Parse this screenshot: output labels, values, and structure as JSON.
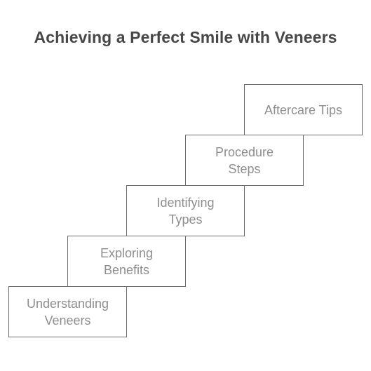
{
  "title": "Achieving a Perfect Smile with Veneers",
  "steps": [
    {
      "label": "Understanding\nVeneers"
    },
    {
      "label": "Exploring\nBenefits"
    },
    {
      "label": "Identifying\nTypes"
    },
    {
      "label": "Procedure\nSteps"
    },
    {
      "label": "Aftercare Tips"
    }
  ],
  "colors": {
    "title": "#474747",
    "step_text": "#8e8e8e",
    "step_border": "#6b6b6b",
    "background": "#ffffff"
  }
}
